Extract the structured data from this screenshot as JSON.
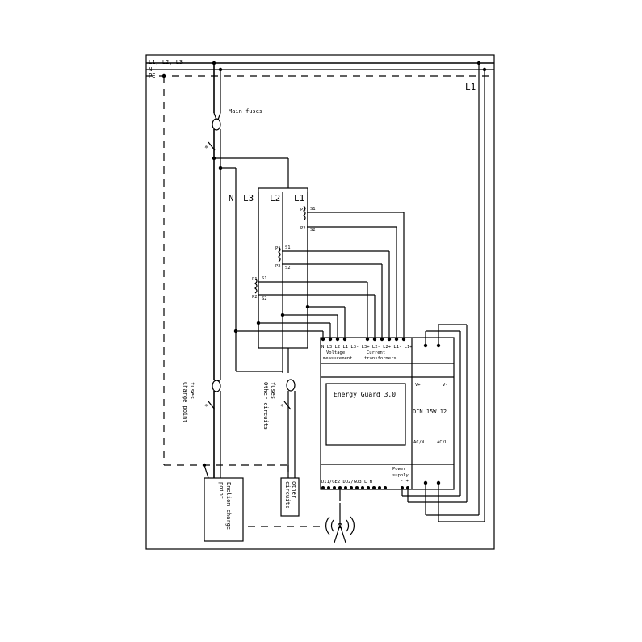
{
  "buses": {
    "l123": "L1, L2, L3",
    "n": "N",
    "pe": "PE",
    "l1_right": "L1"
  },
  "main_fuses": "Main fuses",
  "panel": {
    "n": "N",
    "l3": "L3",
    "l2": "L2",
    "l1": "L1"
  },
  "ct": {
    "p1": "P1",
    "p2": "P2",
    "s1": "S1",
    "s2": "S2"
  },
  "device": {
    "terminals_top": "N L3 L2 L1  L3- L3+ L2- L2+ L1- L1+",
    "voltage_line1": "Voltage",
    "voltage_line2": "measurement",
    "current_line1": "Current",
    "current_line2": "transformers",
    "name": "Energy Guard 3.0",
    "v_plus": "V+",
    "v_minus": "V-",
    "psu": "DIN 15W 12",
    "ac_n": "AC/N",
    "ac_l": "AC/L",
    "terminals_bottom": "DI1/GE2 DO2/GO3  L H",
    "power_supply_line1": "Power",
    "power_supply_line2": "supply",
    "minus_plus": "- +"
  },
  "charge_fuses": {
    "line1": "Charge point",
    "line2": "fuses"
  },
  "other_fuses": {
    "line1": "Other circuits",
    "line2": "fuses"
  },
  "charge_point": {
    "line1": "Enelion charge",
    "line2": "point"
  },
  "other_circuits": {
    "line1": "other",
    "line2": "circuits"
  },
  "colors": {
    "line": "#000000",
    "background": "#ffffff"
  },
  "icons": [
    "antenna-icon"
  ]
}
